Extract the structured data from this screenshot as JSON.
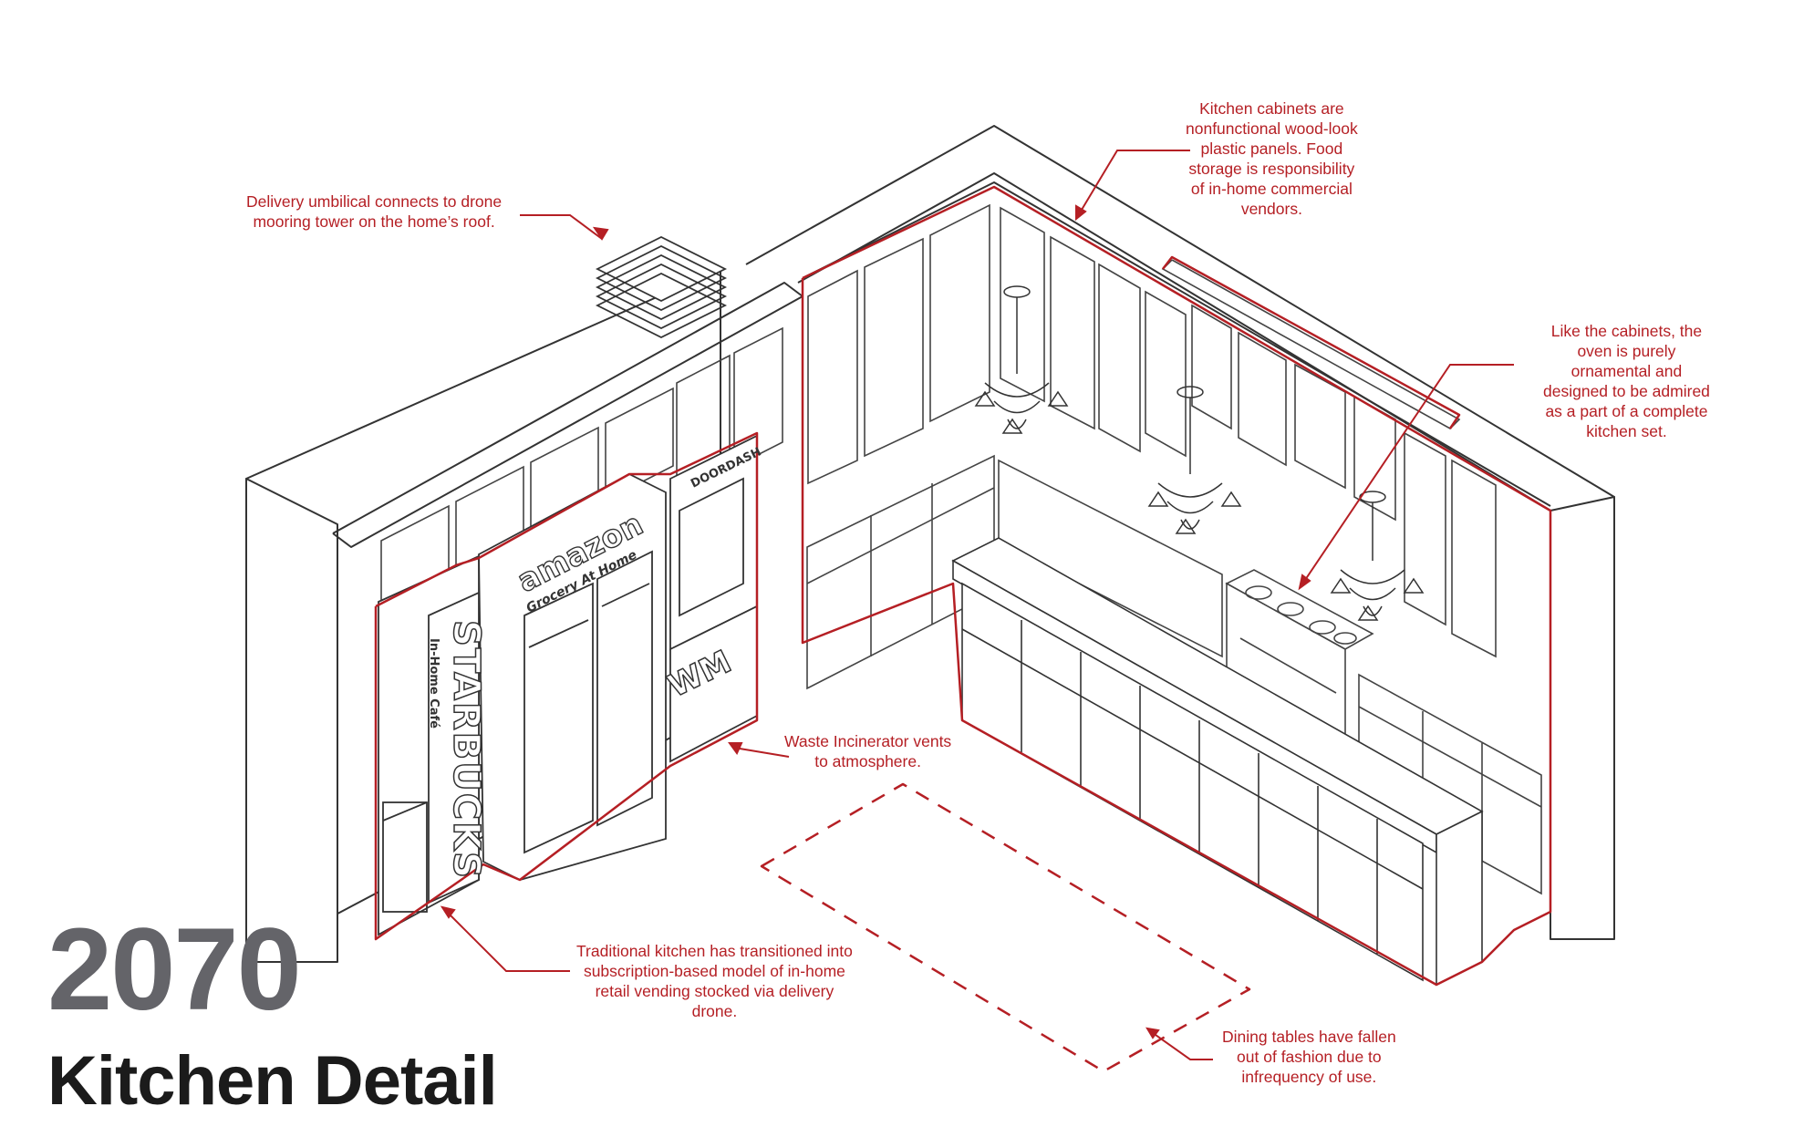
{
  "title": {
    "year": "2070",
    "subtitle": "Kitchen Detail"
  },
  "annotations": {
    "delivery_umbilical": [
      "Delivery umbilical connects to drone",
      "mooring tower on the home’s roof."
    ],
    "cabinets": [
      "Kitchen cabinets are",
      "nonfunctional wood-look",
      "plastic panels. Food",
      "storage is responsibility",
      "of in-home commercial",
      "vendors."
    ],
    "oven": [
      "Like the cabinets, the",
      "oven is purely",
      "ornamental and",
      "designed to be admired",
      "as a part of a complete",
      "kitchen set."
    ],
    "waste_incinerator": [
      "Waste Incinerator vents",
      "to atmosphere."
    ],
    "traditional_kitchen": [
      "Traditional kitchen has transitioned into",
      "subscription-based model of in-home",
      "retail vending stocked via delivery",
      "drone."
    ],
    "dining_tables": [
      "Dining tables have fallen",
      "out of fashion due to",
      "infrequency of use."
    ]
  },
  "brand_labels": {
    "starbucks": "STARBUCKS",
    "starbucks_sub": "In-Home Café",
    "amazon": "amazon",
    "amazon_sub": "Grocery At Home",
    "doordash": "DOORDASH",
    "waste_management": "WM"
  },
  "colors": {
    "annotation": "#b51f24",
    "line": "#333333",
    "year": "#646469",
    "subtitle": "#1b1b1b"
  }
}
